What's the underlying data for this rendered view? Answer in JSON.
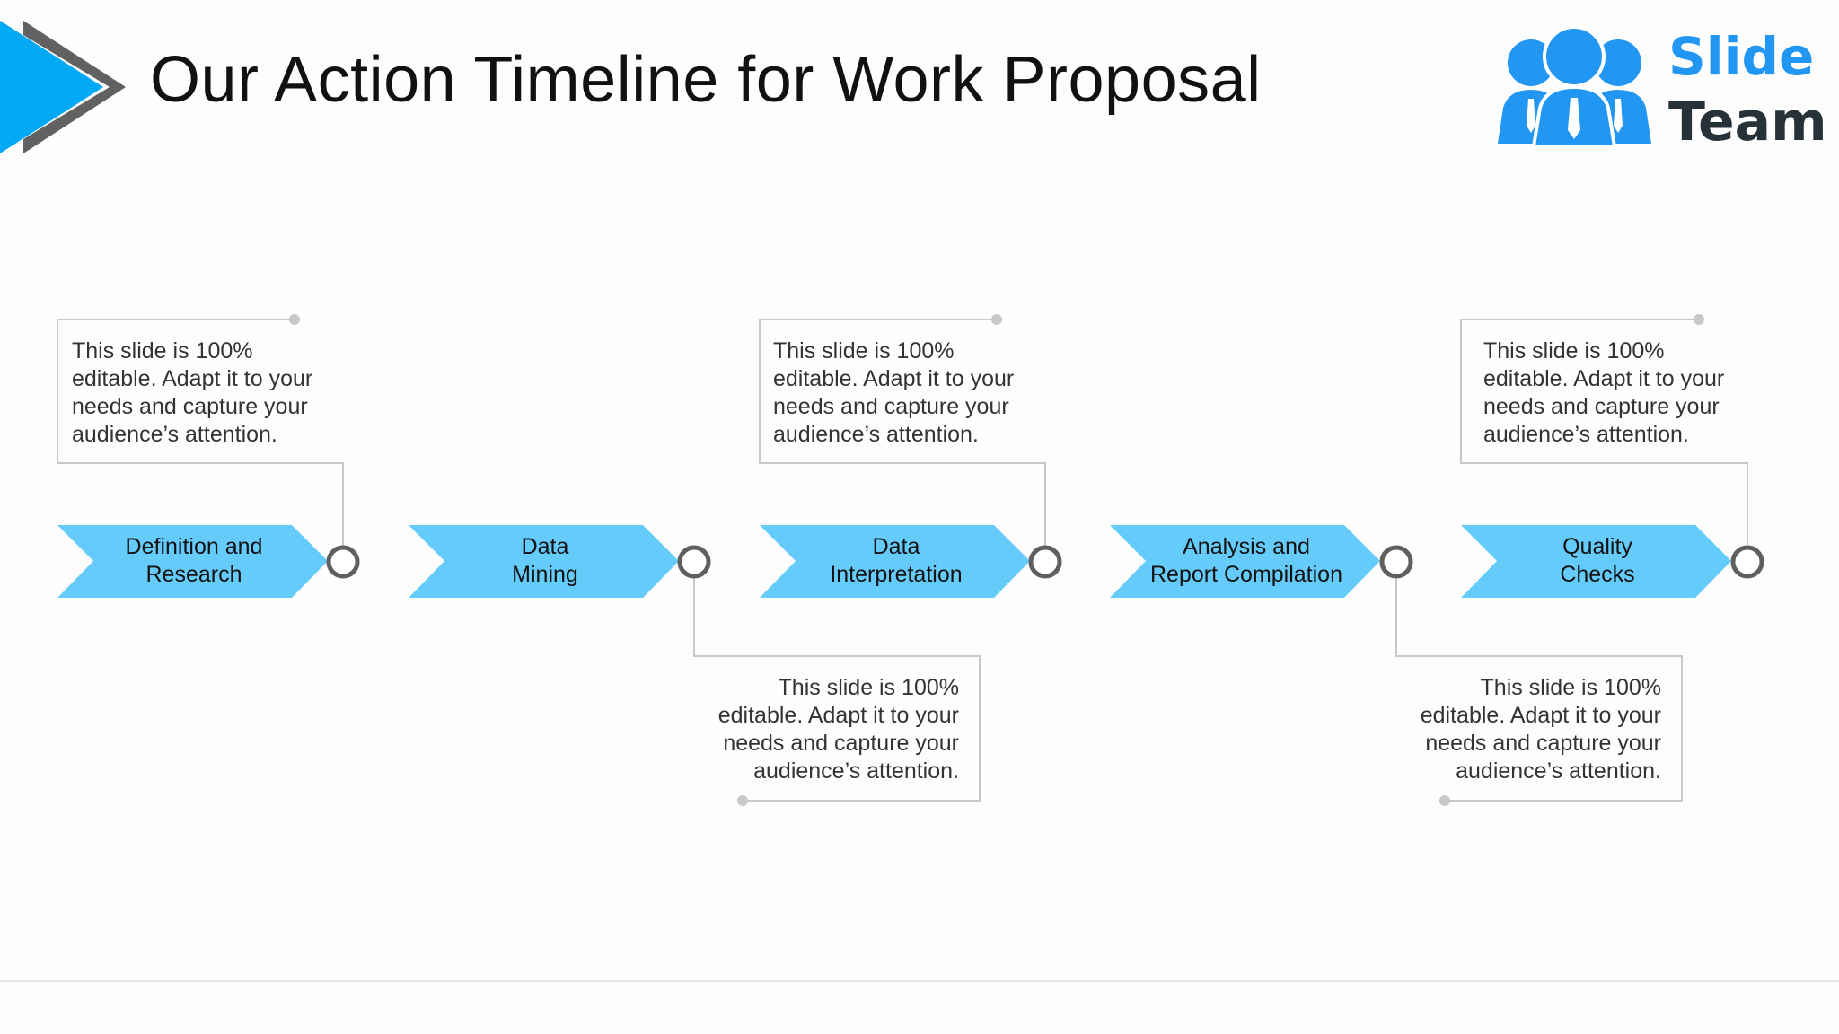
{
  "title": "Our Action Timeline for Work Proposal",
  "logo": {
    "line1": "Slide",
    "line2": "Team"
  },
  "colors": {
    "accent": "#03a9f4",
    "accent_dark": "#616161",
    "chevron": "#64cbfb",
    "node_ring": "#5f5f5f",
    "connector": "#c8c8c8",
    "logo_blue": "#2196f3",
    "logo_text": "#263238"
  },
  "steps": [
    {
      "label": "Definition and\nResearch"
    },
    {
      "label": "Data\nMining"
    },
    {
      "label": "Data\nInterpretation"
    },
    {
      "label": "Analysis and\nReport Compilation"
    },
    {
      "label": "Quality\nChecks"
    }
  ],
  "descriptions": [
    {
      "text": "This slide is 100% editable. Adapt it to your needs and capture your audience’s attention."
    },
    {
      "text": "This slide is 100% editable. Adapt it to your needs and capture your audience’s attention."
    },
    {
      "text": "This slide is 100% editable. Adapt it to your needs and capture your audience’s attention."
    },
    {
      "text": "This slide is 100% editable. Adapt it to your needs and capture your audience’s attention."
    },
    {
      "text": "This slide is 100% editable. Adapt it to your needs and capture your audience’s attention."
    }
  ]
}
